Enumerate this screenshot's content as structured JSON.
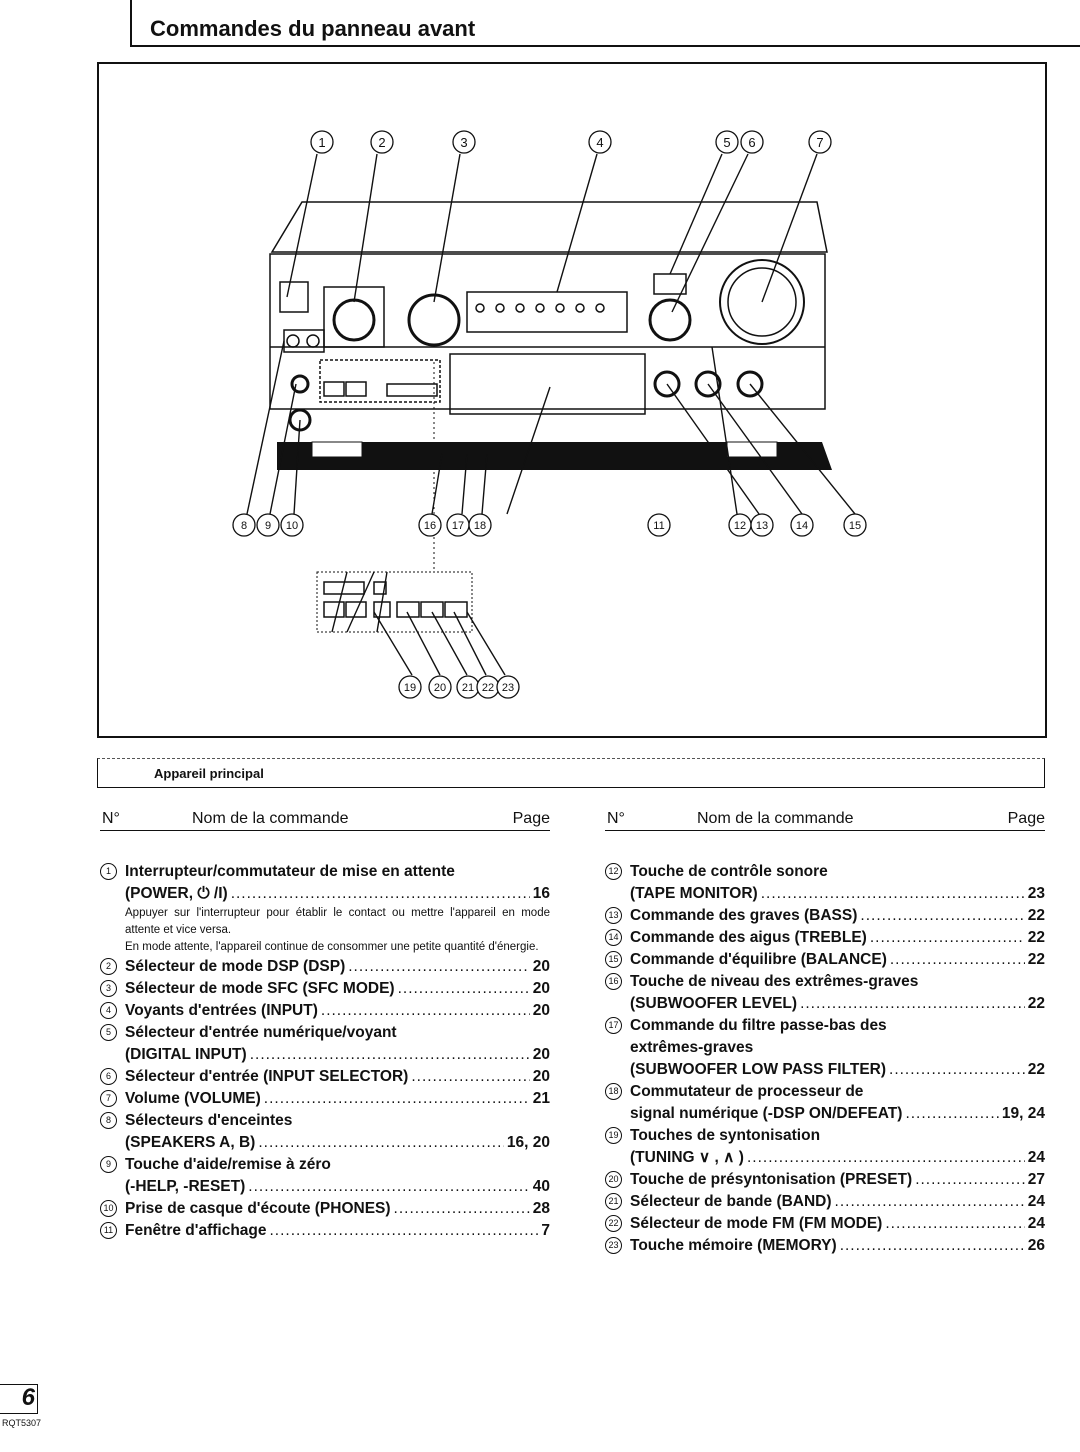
{
  "title": "Commandes du panneau avant",
  "subheading": "Appareil principal",
  "diagram": {
    "callouts_top": [
      "1",
      "2",
      "3",
      "4",
      "5",
      "6",
      "7"
    ],
    "callouts_bottom": [
      "8",
      "9",
      "10",
      "16",
      "17",
      "18",
      "11",
      "12",
      "13",
      "14",
      "15"
    ],
    "callouts_inset": [
      "19",
      "20",
      "21",
      "22",
      "23"
    ]
  },
  "table_header": {
    "no": "N°",
    "name": "Nom de la commande",
    "page": "Page"
  },
  "left_items": [
    {
      "no": "1",
      "lines": [
        {
          "text": "Interrupteur/commutateur de mise en attente"
        },
        {
          "text": "(POWER, ⏻ /I)",
          "page": "16"
        }
      ],
      "notes": [
        "Appuyer sur l'interrupteur pour établir le contact ou mettre l'appareil en mode attente et vice versa.",
        "En mode attente, l'appareil continue de consommer une petite quantité d'énergie."
      ]
    },
    {
      "no": "2",
      "lines": [
        {
          "text": "Sélecteur de mode DSP (DSP)",
          "page": "20"
        }
      ]
    },
    {
      "no": "3",
      "lines": [
        {
          "text": "Sélecteur de mode SFC (SFC MODE)",
          "page": "20"
        }
      ]
    },
    {
      "no": "4",
      "lines": [
        {
          "text": "Voyants d'entrées (INPUT)",
          "page": "20"
        }
      ]
    },
    {
      "no": "5",
      "lines": [
        {
          "text": "Sélecteur d'entrée numérique/voyant"
        },
        {
          "text": "(DIGITAL INPUT)",
          "page": "20"
        }
      ]
    },
    {
      "no": "6",
      "lines": [
        {
          "text": "Sélecteur d'entrée (INPUT SELECTOR)",
          "page": "20"
        }
      ]
    },
    {
      "no": "7",
      "lines": [
        {
          "text": "Volume (VOLUME)",
          "page": "21"
        }
      ]
    },
    {
      "no": "8",
      "lines": [
        {
          "text": "Sélecteurs d'enceintes"
        },
        {
          "text": "(SPEAKERS A, B)",
          "page": "16, 20"
        }
      ]
    },
    {
      "no": "9",
      "lines": [
        {
          "text": "Touche d'aide/remise à zéro"
        },
        {
          "text": "(-HELP, -RESET)",
          "page": "40"
        }
      ]
    },
    {
      "no": "10",
      "lines": [
        {
          "text": "Prise de casque d'écoute (PHONES)",
          "page": "28"
        }
      ]
    },
    {
      "no": "11",
      "lines": [
        {
          "text": "Fenêtre d'affichage",
          "page": "7"
        }
      ]
    }
  ],
  "right_items": [
    {
      "no": "12",
      "lines": [
        {
          "text": "Touche de contrôle sonore"
        },
        {
          "text": "(TAPE MONITOR)",
          "page": "23"
        }
      ]
    },
    {
      "no": "13",
      "lines": [
        {
          "text": "Commande des graves (BASS)",
          "page": "22"
        }
      ]
    },
    {
      "no": "14",
      "lines": [
        {
          "text": "Commande des aigus (TREBLE)",
          "page": "22"
        }
      ]
    },
    {
      "no": "15",
      "lines": [
        {
          "text": "Commande d'équilibre (BALANCE)",
          "page": "22"
        }
      ]
    },
    {
      "no": "16",
      "lines": [
        {
          "text": "Touche de niveau des extrêmes-graves"
        },
        {
          "text": "(SUBWOOFER LEVEL)",
          "page": "22"
        }
      ]
    },
    {
      "no": "17",
      "lines": [
        {
          "text": "Commande du filtre passe-bas des"
        },
        {
          "text": "extrêmes-graves"
        },
        {
          "text": "(SUBWOOFER LOW PASS FILTER)",
          "page": "22"
        }
      ]
    },
    {
      "no": "18",
      "lines": [
        {
          "text": "Commutateur de processeur de"
        },
        {
          "text": "signal numérique (-DSP ON/DEFEAT)",
          "page": "19, 24"
        }
      ]
    },
    {
      "no": "19",
      "lines": [
        {
          "text": "Touches de syntonisation"
        },
        {
          "text": "(TUNING ∨ , ∧ )",
          "page": "24"
        }
      ]
    },
    {
      "no": "20",
      "lines": [
        {
          "text": "Touche de présyntonisation (PRESET)",
          "page": "27"
        }
      ]
    },
    {
      "no": "21",
      "lines": [
        {
          "text": "Sélecteur de bande (BAND)",
          "page": "24"
        }
      ]
    },
    {
      "no": "22",
      "lines": [
        {
          "text": "Sélecteur de mode FM (FM MODE)",
          "page": "24"
        }
      ]
    },
    {
      "no": "23",
      "lines": [
        {
          "text": "Touche mémoire (MEMORY)",
          "page": "26"
        }
      ]
    }
  ],
  "page_number": "6",
  "doc_code": "RQT5307"
}
